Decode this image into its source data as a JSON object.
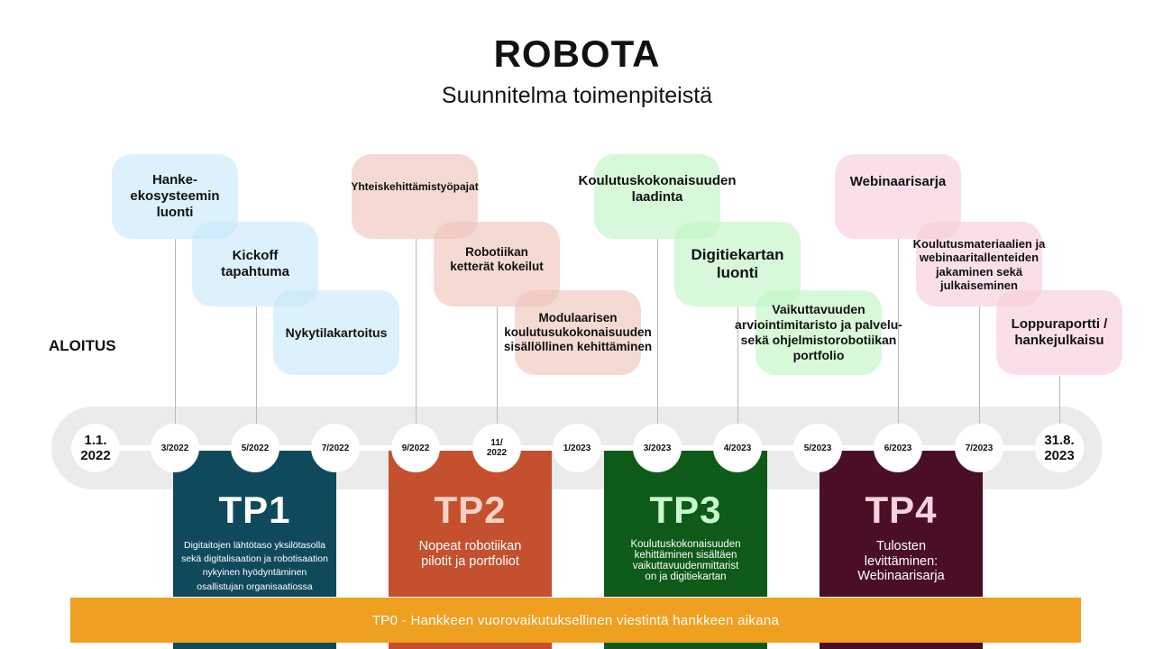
{
  "header": {
    "title": "ROBOTA",
    "subtitle": "Suunnitelma toimenpiteistä"
  },
  "start_label": "ALOITUS",
  "activities": [
    {
      "text": "Hanke-\nekosysteemin\nluonti",
      "color": "#c6e8fa"
    },
    {
      "text": "Kickoff\ntapahtuma",
      "color": "#c6e8fa"
    },
    {
      "text": "Nykytilakartoitus",
      "color": "#c6e8fa"
    },
    {
      "text": "Yhteiskehittämistyöpajat",
      "color": "#eec4b8"
    },
    {
      "text": "Robotiikan\nketterät kokeilut",
      "color": "#eec4b8"
    },
    {
      "text": "Modulaarisen\nkoulutusukokonaisuuden\nsisällöllinen kehittäminen",
      "color": "#eec4b8"
    },
    {
      "text": "Koulutuskokonaisuuden\nlaadinta",
      "color": "#bef6c2"
    },
    {
      "text": "Digitiekartan\nluonti",
      "color": "#bef6c2"
    },
    {
      "text": "Vaikuttavuuden\narviointimitaristo ja palvelu-\nsekä ohjelmistorobotiikan\nportfolio",
      "color": "#bef6c2"
    },
    {
      "text": "Webinaarisarja",
      "color": "#f7cdd7"
    },
    {
      "text": "Koulutusmateriaalien ja\nwebinaaritallenteiden\njakaminen sekä\njulkaiseminen",
      "color": "#f7cdd7"
    },
    {
      "text": "Loppuraportti /\nhankejulkaisu",
      "color": "#f7cdd7"
    }
  ],
  "timeline": [
    "1.1.\n2022",
    "3/2022",
    "5/2022",
    "7/2022",
    "9/2022",
    "11/\n2022",
    "1/2023",
    "3/2023",
    "4/2023",
    "5/2023",
    "6/2023",
    "7/2023",
    "31.8.\n2023"
  ],
  "work_packages": [
    {
      "title": "TP1",
      "description": "Digitaitojen lähtötaso yksilötasolla\nsekä digitalisaation ja robotisaation\nnykyinen hyödyntäminen\nosallistujan organisaatiossa",
      "color": "#0f4a5c"
    },
    {
      "title": "TP2",
      "description": "Nopeat robotiikan\npilotit ja portfoliot",
      "color": "#c4502e"
    },
    {
      "title": "TP3",
      "description": "Koulutuskokonaisuuden\nkehittäminen sisältäen\nvaikuttavuudenmittarist\non ja digitiekartan",
      "color": "#0e5a18"
    },
    {
      "title": "TP4",
      "description": "Tulosten\nlevittäminen:\nWebinaarisarja",
      "color": "#4a0e26"
    }
  ],
  "banner": {
    "text": "TP0 - Hankkeen vuorovaikutuksellinen viestintä hankkeen aikana",
    "color": "#f0a020"
  }
}
